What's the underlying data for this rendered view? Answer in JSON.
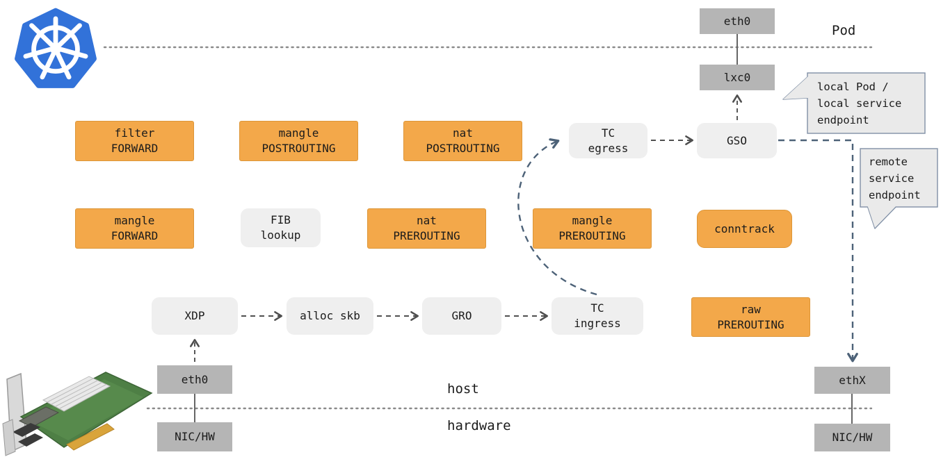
{
  "title": "Cilium eBPF host networking datapath diagram",
  "labels": {
    "pod": "Pod",
    "host": "host",
    "hardware": "hardware"
  },
  "nodes": {
    "filter_forward": {
      "label": "filter\nFORWARD"
    },
    "mangle_postrouting": {
      "label": "mangle\nPOSTROUTING"
    },
    "nat_postrouting": {
      "label": "nat\nPOSTROUTING"
    },
    "mangle_forward": {
      "label": "mangle\nFORWARD"
    },
    "fib_lookup": {
      "label": "FIB\nlookup"
    },
    "nat_prerouting": {
      "label": "nat\nPREROUTING"
    },
    "mangle_prerouting": {
      "label": "mangle\nPREROUTING"
    },
    "conntrack": {
      "label": "conntrack"
    },
    "tc_egress": {
      "label": "TC\negress"
    },
    "gso": {
      "label": "GSO"
    },
    "xdp": {
      "label": "XDP"
    },
    "alloc_skb": {
      "label": "alloc skb"
    },
    "gro": {
      "label": "GRO"
    },
    "tc_ingress": {
      "label": "TC\ningress"
    },
    "raw_prerouting": {
      "label": "raw\nPREROUTING"
    },
    "eth0_pod": {
      "label": "eth0"
    },
    "lxc0": {
      "label": "lxc0"
    },
    "eth0_host": {
      "label": "eth0"
    },
    "nic_hw_left": {
      "label": "NIC/HW"
    },
    "ethx": {
      "label": "ethX"
    },
    "nic_hw_right": {
      "label": "NIC/HW"
    }
  },
  "bubbles": {
    "local_endpoint": {
      "text": "local Pod /\nlocal service\nendpoint"
    },
    "remote_endpoint": {
      "text": "remote\nservice\nendpoint"
    }
  },
  "icons": {
    "kubernetes": "kubernetes-wheel-logo",
    "nic": "network-interface-card-photo"
  },
  "colors": {
    "iptables_orange": "#F3A84A",
    "stack_gray": "#EFEFEF",
    "iface_gray": "#B5B5B5",
    "flow_blue": "#4D6278",
    "arrow_gray": "#4F4F4F",
    "dotted_gray": "#8A8A8A",
    "k8s_blue": "#3272D9",
    "bubble_fill": "#EAEAEA",
    "bubble_border": "#8090A6"
  }
}
